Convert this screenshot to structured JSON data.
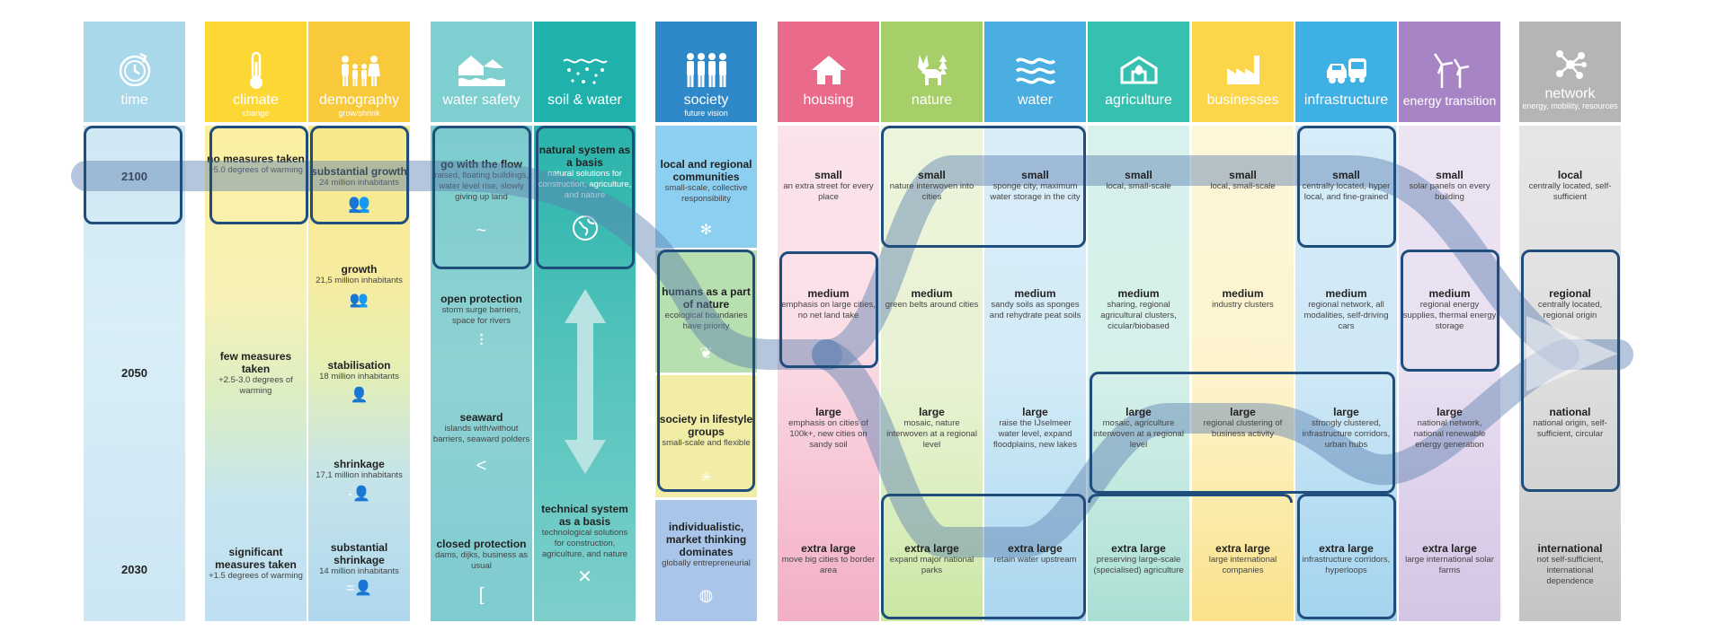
{
  "time": {
    "title": "time",
    "years": [
      "2100",
      "2050",
      "2030"
    ]
  },
  "climate": {
    "title": "climate",
    "subtitle": "change",
    "options": [
      {
        "t": "no measures taken",
        "d": "+5.0 degrees of warming"
      },
      {
        "t": "few measures taken",
        "d": "+2.5-3.0 degrees of warming"
      },
      {
        "t": "significant measures taken",
        "d": "+1.5 degrees of warming"
      }
    ]
  },
  "demography": {
    "title": "demography",
    "subtitle": "grow/shrink",
    "options": [
      {
        "t": "substantial growth",
        "d": "24 million inhabitants"
      },
      {
        "t": "growth",
        "d": "21,5 million inhabitants"
      },
      {
        "t": "stabilisation",
        "d": "18 million inhabitants"
      },
      {
        "t": "shrinkage",
        "d": "17,1 million inhabitants"
      },
      {
        "t": "substantial shrinkage",
        "d": "14 million inhabitants"
      }
    ]
  },
  "water_safety": {
    "title": "water safety",
    "options": [
      {
        "t": "go with the flow",
        "d": "raised, floating buildings, water level rise, slowly giving up land",
        "g": "~"
      },
      {
        "t": "open protection",
        "d": "storm surge barriers, space for rivers",
        "g": "⁝"
      },
      {
        "t": "seaward",
        "d": "islands with/without barriers, seaward polders",
        "g": "<"
      },
      {
        "t": "closed protection",
        "d": "dams, dijks, business as usual",
        "g": "["
      }
    ]
  },
  "soil_water": {
    "title": "soil & water",
    "options": [
      {
        "t": "natural system as a basis",
        "d": "natural solutions for construction, agriculture, and nature"
      },
      {
        "t": "technical system as a basis",
        "d": "technological solutions for construction, agriculture, and nature"
      }
    ]
  },
  "society": {
    "title": "society",
    "subtitle": "future vision",
    "options": [
      {
        "t": "local and regional communities",
        "d": "small-scale, collective responsibility"
      },
      {
        "t": "humans as a part of nature",
        "d": "ecological boundaries have priority"
      },
      {
        "t": "society in lifestyle groups",
        "d": "small-scale and flexible"
      },
      {
        "t": "individualistic, market thinking dominates",
        "d": "globally entrepreneurial"
      }
    ]
  },
  "housing": {
    "title": "housing",
    "options": [
      {
        "t": "small",
        "d": "an extra street for every place"
      },
      {
        "t": "medium",
        "d": "emphasis on large cities, no net land take"
      },
      {
        "t": "large",
        "d": "emphasis on cities of 100k+, new cities on sandy soil"
      },
      {
        "t": "extra large",
        "d": "move big cities to border area"
      }
    ]
  },
  "nature": {
    "title": "nature",
    "options": [
      {
        "t": "small",
        "d": "nature interwoven into cities"
      },
      {
        "t": "medium",
        "d": "green belts around cities"
      },
      {
        "t": "large",
        "d": "mosaic, nature interwoven at a regional level"
      },
      {
        "t": "extra large",
        "d": "expand major national parks"
      }
    ]
  },
  "water": {
    "title": "water",
    "options": [
      {
        "t": "small",
        "d": "sponge city, maximum water storage in the city"
      },
      {
        "t": "medium",
        "d": "sandy soils as sponges and rehydrate peat soils"
      },
      {
        "t": "large",
        "d": "raise the IJselmeer water level, expand floodplains, new lakes"
      },
      {
        "t": "extra large",
        "d": "retain water upstream"
      }
    ]
  },
  "agriculture": {
    "title": "agriculture",
    "options": [
      {
        "t": "small",
        "d": "local, small-scale"
      },
      {
        "t": "medium",
        "d": "sharing, regional agricultural clusters, cicular/biobased"
      },
      {
        "t": "large",
        "d": "mosaic, agriculture interwoven at a regional level"
      },
      {
        "t": "extra large",
        "d": "preserving large-scale (specialised) agriculture"
      }
    ]
  },
  "businesses": {
    "title": "businesses",
    "options": [
      {
        "t": "small",
        "d": "local, small-scale"
      },
      {
        "t": "medium",
        "d": "industry clusters"
      },
      {
        "t": "large",
        "d": "regional clustering of business activity"
      },
      {
        "t": "extra large",
        "d": "large international companies"
      }
    ]
  },
  "infrastructure": {
    "title": "infrastructure",
    "options": [
      {
        "t": "small",
        "d": "centrally located, hyper local, and fine-grained"
      },
      {
        "t": "medium",
        "d": "regional network, all modalities, self-driving cars"
      },
      {
        "t": "large",
        "d": "strongly clustered, infrastructure corridors, urban hubs"
      },
      {
        "t": "extra large",
        "d": "infrastructure corridors, hyperloops"
      }
    ]
  },
  "energy": {
    "title": "energy transition",
    "options": [
      {
        "t": "small",
        "d": "solar panels on every building"
      },
      {
        "t": "medium",
        "d": "regional energy supplies, thermal energy storage"
      },
      {
        "t": "large",
        "d": "national network, national renewable energy generation"
      },
      {
        "t": "extra large",
        "d": "large international solar farms"
      }
    ]
  },
  "network": {
    "title": "network",
    "subtitle": "energy, mobility, resources",
    "options": [
      {
        "t": "local",
        "d": "centrally located, self-sufficient"
      },
      {
        "t": "regional",
        "d": "centrally located, regional origin"
      },
      {
        "t": "national",
        "d": "national origin, self-sufficient, circular"
      },
      {
        "t": "international",
        "d": "not self-sufficient, international dependence"
      }
    ]
  },
  "colors": {
    "time": "#a8d8ea",
    "climate": "#fdd835",
    "demography": "#f9c93c",
    "water_safety": "#7ecfd0",
    "soil_water": "#1fb2ad",
    "society": "#2f88c8",
    "housing": "#ea6a8a",
    "nature": "#a6cf6a",
    "water": "#4aaee0",
    "agriculture": "#36c0b0",
    "businesses": "#fbd54a",
    "infrastructure": "#3fb0e3",
    "energy": "#a785c4",
    "network": "#b5b5b5",
    "outline": "#1f4e7d",
    "path": "#5b7fb0"
  }
}
